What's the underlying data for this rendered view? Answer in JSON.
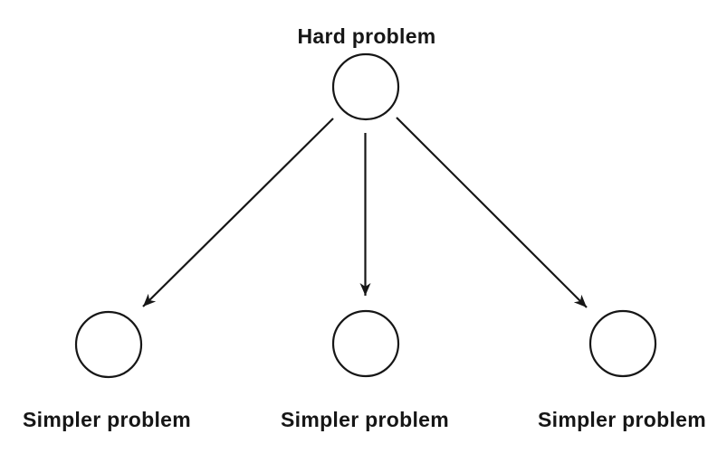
{
  "diagram": {
    "root": {
      "label": "Hard problem"
    },
    "children": [
      {
        "label": "Simpler problem"
      },
      {
        "label": "Simpler problem"
      },
      {
        "label": "Simpler problem"
      }
    ],
    "edges": [
      {
        "from": "root",
        "to": "child-left"
      },
      {
        "from": "root",
        "to": "child-middle"
      },
      {
        "from": "root",
        "to": "child-right"
      }
    ],
    "colors": {
      "ink": "#161616",
      "background": "#ffffff"
    }
  }
}
